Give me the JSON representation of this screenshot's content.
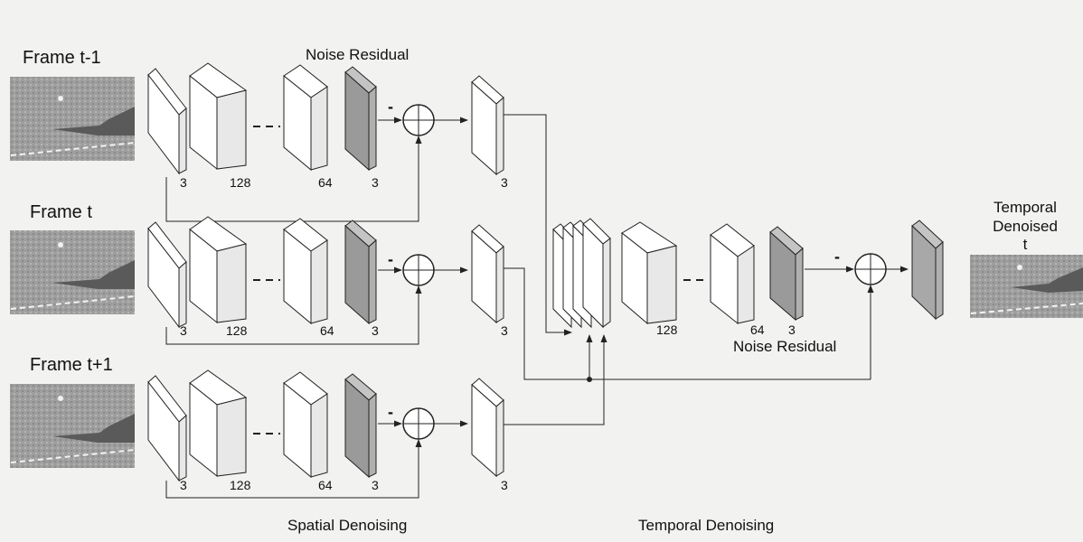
{
  "inputs": [
    {
      "label": "Frame t-1"
    },
    {
      "label": "Frame t"
    },
    {
      "label": "Frame t+1"
    }
  ],
  "spatial_branch": {
    "layer_channels": [
      "3",
      "128",
      "64",
      "3"
    ],
    "output_channels": "3",
    "minus_sign": "-"
  },
  "headings": {
    "noise_residual_top": "Noise Residual",
    "spatial_denoising": "Spatial Denoising",
    "temporal_denoising": "Temporal Denoising"
  },
  "temporal_branch": {
    "layer_channels": [
      "128",
      "64",
      "3"
    ],
    "noise_residual": "Noise Residual",
    "minus_sign": "-"
  },
  "output": {
    "label_lines": [
      "Temporal",
      "Denoised",
      "t"
    ]
  },
  "colors": {
    "block_fill": "#ffffff",
    "block_side": "#e6e6e6",
    "residual_fill": "#9a9a9a",
    "residual_side": "#c4c4c4",
    "stroke": "#222222"
  }
}
